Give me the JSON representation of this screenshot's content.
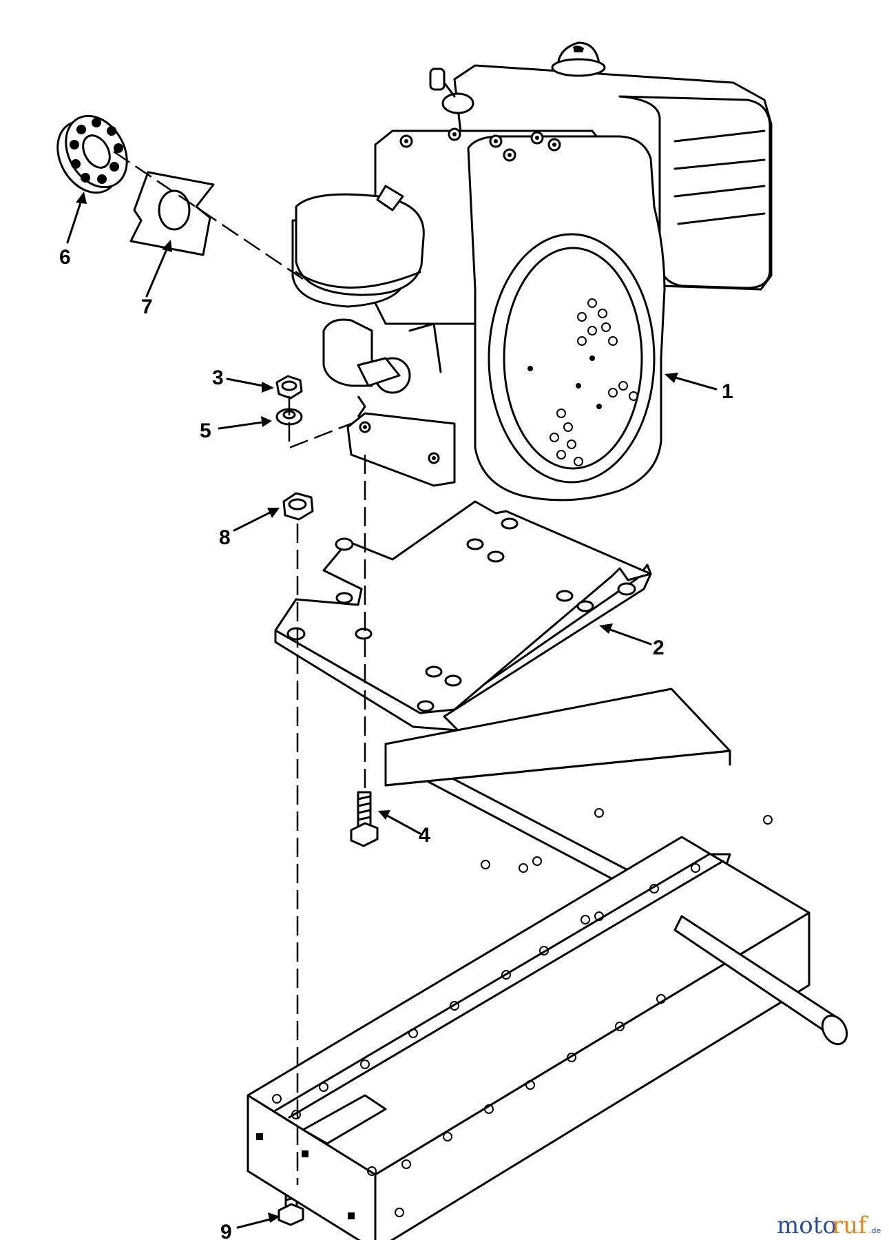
{
  "callouts": [
    {
      "id": "1",
      "label": "1"
    },
    {
      "id": "2",
      "label": "2"
    },
    {
      "id": "3",
      "label": "3"
    },
    {
      "id": "4",
      "label": "4"
    },
    {
      "id": "5",
      "label": "5"
    },
    {
      "id": "6",
      "label": "6"
    },
    {
      "id": "7",
      "label": "7"
    },
    {
      "id": "8",
      "label": "8"
    },
    {
      "id": "9",
      "label": "9"
    }
  ],
  "watermark": {
    "text_main": "motoruf",
    "text_tld": ".de"
  }
}
